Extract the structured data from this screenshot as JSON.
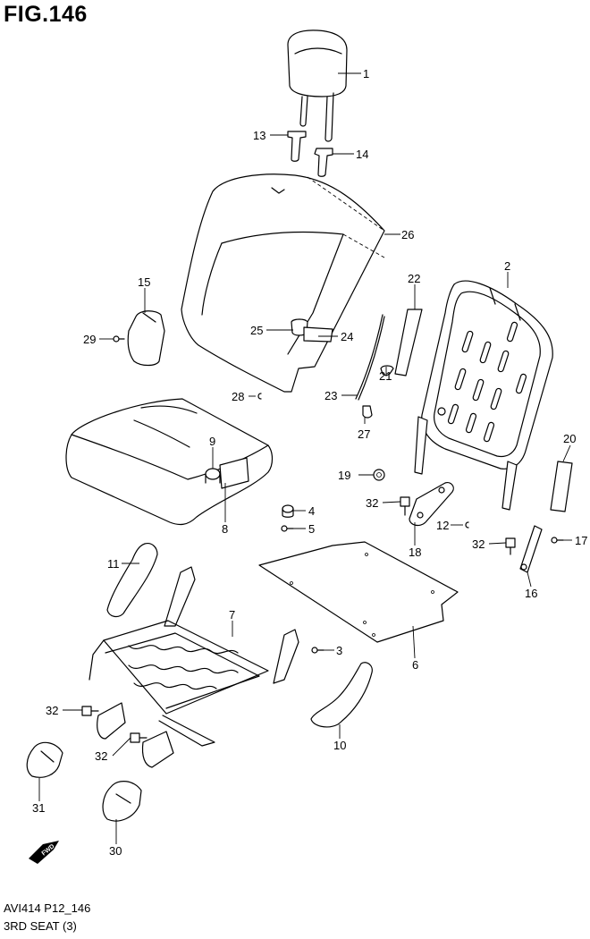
{
  "header": {
    "figure_title": "FIG.146"
  },
  "footer": {
    "diagram_code": "AVI414 P12_146",
    "section_name": "3RD SEAT (3)"
  },
  "fwd_badge": {
    "label": "FWD"
  },
  "callouts": [
    {
      "id": "callout-1",
      "label": "1"
    },
    {
      "id": "callout-13",
      "label": "13"
    },
    {
      "id": "callout-14",
      "label": "14"
    },
    {
      "id": "callout-26",
      "label": "26"
    },
    {
      "id": "callout-2",
      "label": "2"
    },
    {
      "id": "callout-22",
      "label": "22"
    },
    {
      "id": "callout-15",
      "label": "15"
    },
    {
      "id": "callout-29",
      "label": "29"
    },
    {
      "id": "callout-25",
      "label": "25"
    },
    {
      "id": "callout-24",
      "label": "24"
    },
    {
      "id": "callout-23",
      "label": "23"
    },
    {
      "id": "callout-21",
      "label": "21"
    },
    {
      "id": "callout-28",
      "label": "28"
    },
    {
      "id": "callout-27",
      "label": "27"
    },
    {
      "id": "callout-9",
      "label": "9"
    },
    {
      "id": "callout-20",
      "label": "20"
    },
    {
      "id": "callout-19",
      "label": "19"
    },
    {
      "id": "callout-8",
      "label": "8"
    },
    {
      "id": "callout-32a",
      "label": "32"
    },
    {
      "id": "callout-4",
      "label": "4"
    },
    {
      "id": "callout-5",
      "label": "5"
    },
    {
      "id": "callout-12",
      "label": "12"
    },
    {
      "id": "callout-18",
      "label": "18"
    },
    {
      "id": "callout-32b",
      "label": "32"
    },
    {
      "id": "callout-17",
      "label": "17"
    },
    {
      "id": "callout-16",
      "label": "16"
    },
    {
      "id": "callout-11",
      "label": "11"
    },
    {
      "id": "callout-7",
      "label": "7"
    },
    {
      "id": "callout-3",
      "label": "3"
    },
    {
      "id": "callout-6",
      "label": "6"
    },
    {
      "id": "callout-32c",
      "label": "32"
    },
    {
      "id": "callout-10",
      "label": "10"
    },
    {
      "id": "callout-32d",
      "label": "32"
    },
    {
      "id": "callout-31",
      "label": "31"
    },
    {
      "id": "callout-30",
      "label": "30"
    }
  ]
}
